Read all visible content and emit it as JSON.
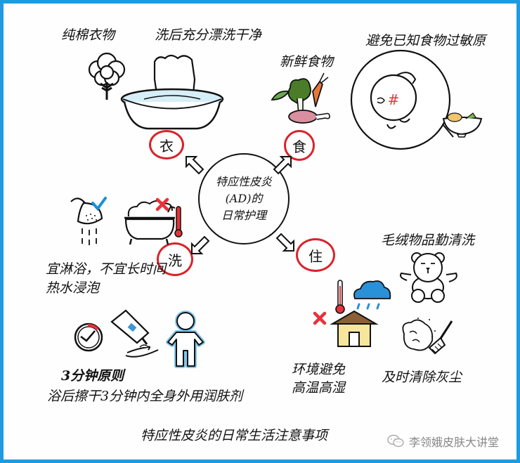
{
  "center": {
    "line1": "特应性皮炎",
    "line2": "(AD)的",
    "line3": "日常护理"
  },
  "categories": {
    "clothing": {
      "char": "衣",
      "labels": [
        "纯棉衣物",
        "洗后充分漂洗干净"
      ]
    },
    "food": {
      "char": "食",
      "labels": [
        "新鲜食物",
        "避免已知食物过敏原"
      ]
    },
    "washing": {
      "char": "洗",
      "labels": [
        "宜淋浴，不宜长时间",
        "热水浸泡",
        "3分钟原则",
        "浴后擦干3分钟内全身外用润肤剂"
      ]
    },
    "living": {
      "char": "住",
      "labels": [
        "毛绒物品勤清洗",
        "环境避免",
        "高温高湿",
        "及时清除灰尘"
      ]
    }
  },
  "footer": {
    "title": "特应性皮炎的日常生活注意事项"
  },
  "watermark": {
    "text": "李领娥皮肤大讲堂",
    "icon": "wechat-icon"
  },
  "colors": {
    "border": "#1e9be0",
    "circle_red": "#d9232b",
    "check_blue": "#1a8fd8",
    "cross_red": "#e8323a"
  }
}
